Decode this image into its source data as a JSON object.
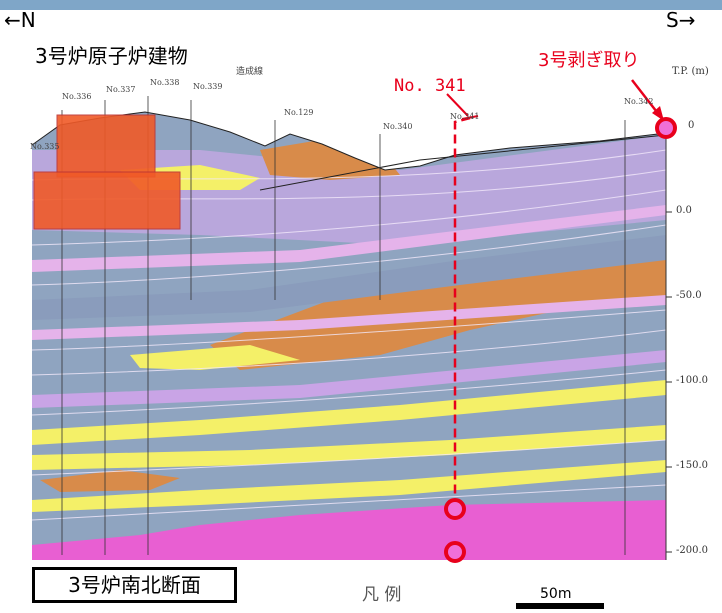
{
  "header": {
    "north": "←N",
    "south": "S→"
  },
  "labels": {
    "building": "3号炉原子炉建物",
    "stripping": "3号剥ぎ取り",
    "boring": "No. 341",
    "section_title": "3号炉南北断面",
    "legend": "凡 例",
    "scale": "50m",
    "datum": "T.P. (m)",
    "fill_line": "造成線"
  },
  "elevations": [
    "0.0",
    "-50.0",
    "-100.0",
    "-150.0",
    "-200.0"
  ],
  "top_elevation": "0",
  "section_numbers": [
    "No.335",
    "No.336",
    "No.337",
    "No.338",
    "No.339",
    "No.129",
    "No.340",
    "No.341",
    "No.342"
  ],
  "colors": {
    "accent_red": "#e8001c",
    "gray_blue": "#8fa4c0",
    "purple": "#c9a4e6",
    "pink": "#e88ad8",
    "orange": "#d88b4a",
    "yellow": "#f4f068",
    "magenta": "#e85fd2",
    "building": "#f05a28"
  }
}
